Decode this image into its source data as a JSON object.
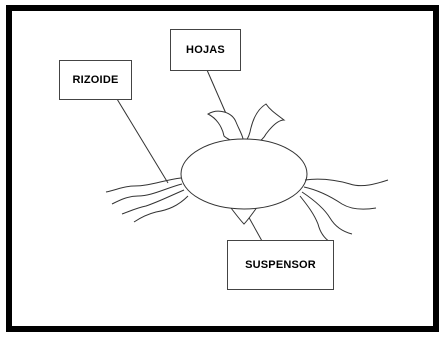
{
  "labels": {
    "rizoide": "RIZOIDE",
    "hojas": "HOJAS",
    "suspensor": "SUSPENSOR"
  },
  "colors": {
    "frame": "#000000",
    "stroke": "#333333",
    "background": "#ffffff"
  }
}
